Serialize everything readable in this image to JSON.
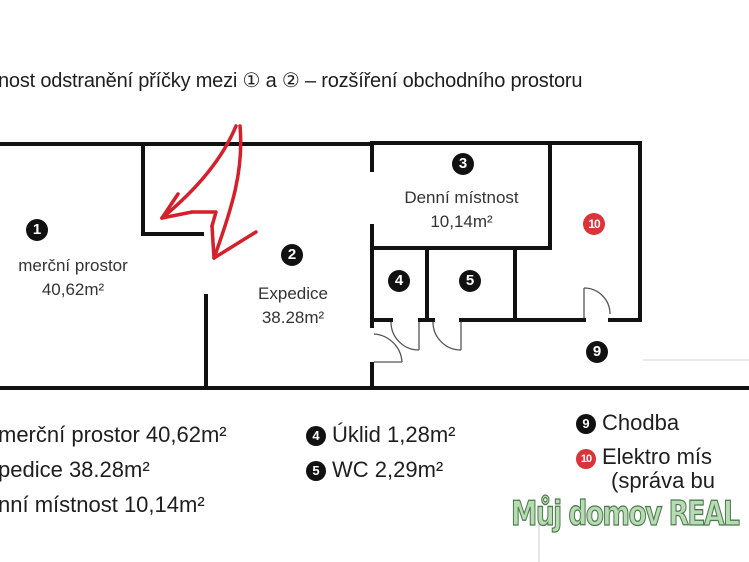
{
  "caption": "nost odstranění příčky mezi ① a ② – rozšíření obchodního prostoru",
  "rooms": [
    {
      "num": "1",
      "name": "merční prostor",
      "area": "40,62m²"
    },
    {
      "num": "2",
      "name": "Expedice",
      "area": "38.28m²"
    },
    {
      "num": "3",
      "name": "Denní místnost",
      "area": "10,14m²"
    },
    {
      "num": "4",
      "name": "Úklid",
      "area": "1,28m²"
    },
    {
      "num": "5",
      "name": "WC",
      "area": "2,29m²"
    },
    {
      "num": "9",
      "name": "Chodba"
    },
    {
      "num": "10",
      "name": "Elektro mís",
      "note": "(správa bu"
    }
  ],
  "legend": {
    "col1": [
      "merční prostor 40,62m²",
      "pedice 38.28m²",
      "nní místnost 10,14m²"
    ],
    "col2": [
      {
        "num": "4",
        "text": "Úklid 1,28m²"
      },
      {
        "num": "5",
        "text": "WC 2,29m²"
      }
    ],
    "col3": [
      {
        "num": "9",
        "text": "Chodba"
      },
      {
        "num": "10",
        "text": "Elektro mís",
        "sub": "(správa bu"
      }
    ]
  },
  "watermark": "Můj domov REAL",
  "colors": {
    "wall": "#111111",
    "arrow": "#d61f2a",
    "badge_red": "#d9343a",
    "watermark_fill": "#b7dcb3"
  }
}
